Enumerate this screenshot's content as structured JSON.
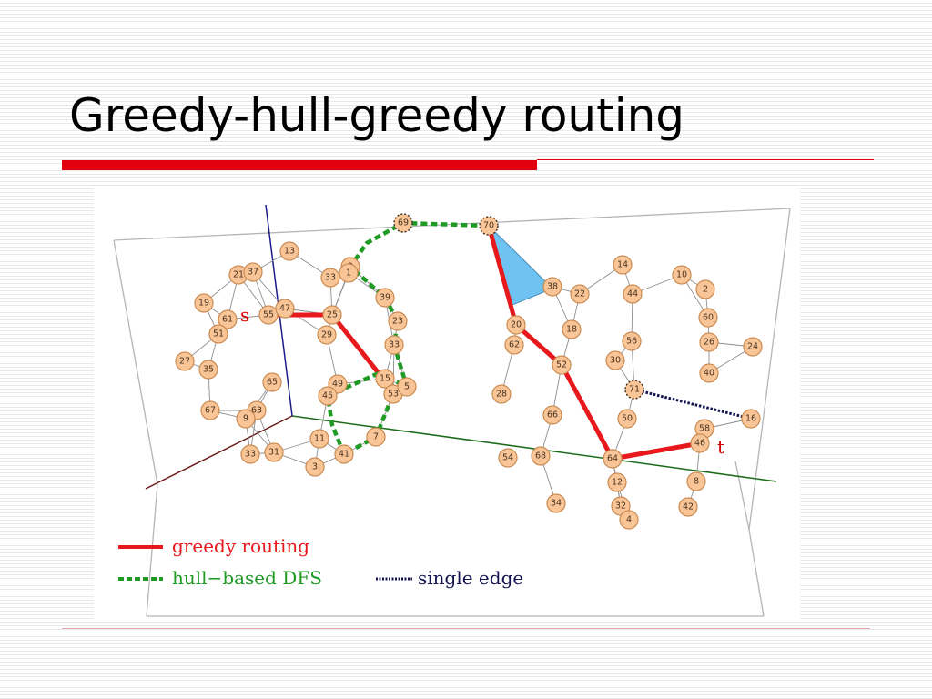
{
  "slide": {
    "title": "Greedy-hull-greedy routing"
  },
  "figure": {
    "source_label": "s",
    "target_label": "t",
    "legend": [
      {
        "label": "greedy routing",
        "color": "#e8191c",
        "style": "solid"
      },
      {
        "label": "hull−based DFS",
        "color": "#1f9a25",
        "style": "dashed"
      },
      {
        "label": "single edge",
        "color": "#141452",
        "style": "dotted"
      }
    ],
    "colors": {
      "greedy": "#e8191c",
      "hull_dfs": "#1f9a25",
      "single_edge": "#141452",
      "node_fill": "#f9c597",
      "hull_face": "#6ec3f2",
      "axis_x": "#6b1a1a",
      "axis_y": "#1a6b1a",
      "axis_z": "#1a1a8a"
    },
    "nodes": [
      "13",
      "21",
      "37",
      "33",
      "9",
      "1",
      "19",
      "55",
      "47",
      "25",
      "39",
      "23",
      "61",
      "51",
      "29",
      "33",
      "27",
      "35",
      "65",
      "49",
      "15",
      "53",
      "5",
      "67",
      "63",
      "45",
      "9",
      "11",
      "7",
      "33",
      "31",
      "41",
      "3",
      "69",
      "70",
      "14",
      "10",
      "38",
      "22",
      "44",
      "2",
      "60",
      "20",
      "18",
      "56",
      "26",
      "24",
      "62",
      "52",
      "30",
      "40",
      "71",
      "28",
      "66",
      "50",
      "16",
      "58",
      "46",
      "54",
      "68",
      "64",
      "12",
      "8",
      "34",
      "32",
      "4",
      "42"
    ]
  }
}
